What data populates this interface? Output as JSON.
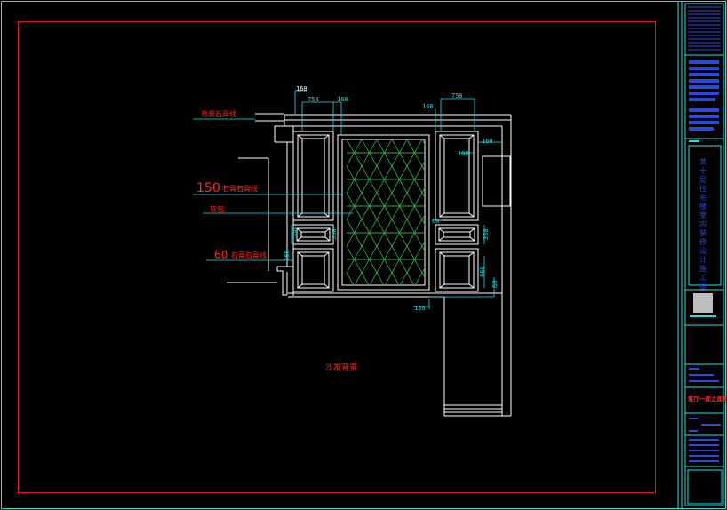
{
  "drawing": {
    "title": "沙发背景",
    "labels": {
      "line1": "背景石膏线",
      "line2_prefix": "150",
      "line2": "石膏石膏线",
      "line3": "软包",
      "line4_prefix": "60",
      "line4": "石膏石膏线"
    },
    "dims": {
      "d160_top": "160",
      "d750_left": "750",
      "d160_left2": "160",
      "d160_right": "160",
      "d750_right": "750",
      "d160_r_side": "160",
      "d100": "100",
      "d60_mid": "60",
      "d160_vert_l": "160",
      "d350_l": "350",
      "d160_vert_l2": "160",
      "d350_r": "350",
      "d960": "960",
      "d60_r": "60",
      "d150_bottom": "150"
    }
  },
  "title_block": {
    "drawing_name": "客厅一面立面图",
    "project_name": "某十层住宅楼室内装修设计施工图"
  },
  "colors": {
    "frame_cyan": "#22e0e0",
    "border_red": "#e01818",
    "lines_white": "#ffffff",
    "hatch_green": "#2fa84a",
    "label_red": "#ff2a2a"
  }
}
